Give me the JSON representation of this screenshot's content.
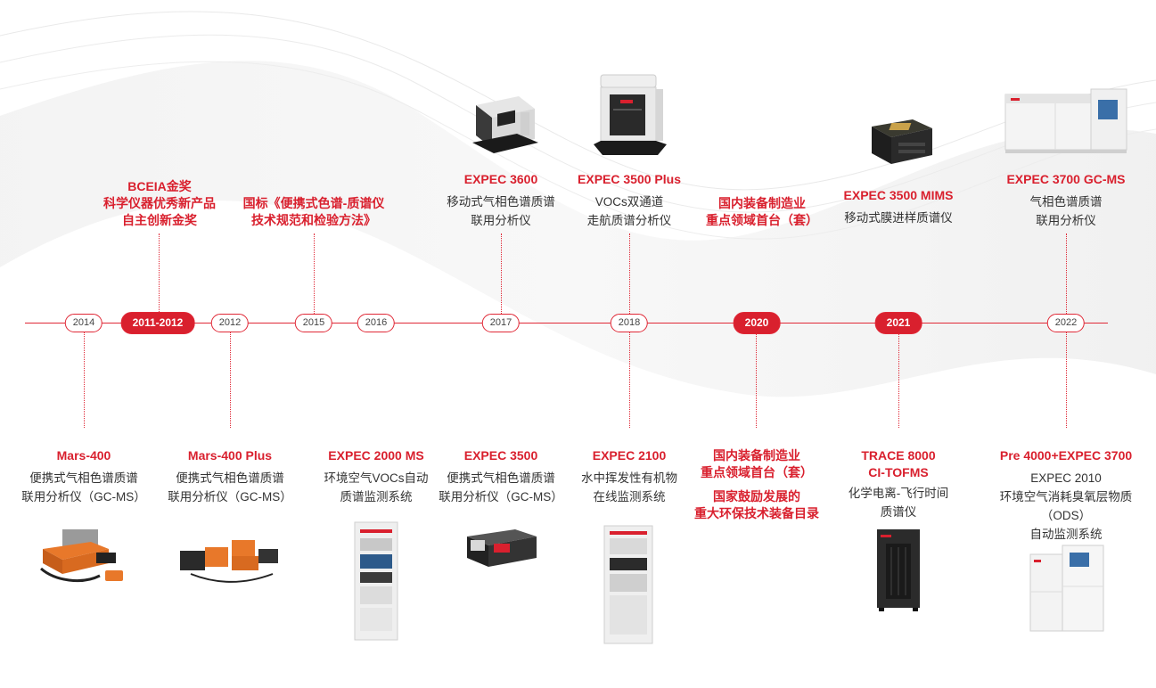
{
  "timeline": {
    "years": {
      "y2014": "2014",
      "y2011_2012": "2011-2012",
      "y2012": "2012",
      "y2015": "2015",
      "y2016": "2016",
      "y2017": "2017",
      "y2018": "2018",
      "y2020": "2020",
      "y2021": "2021",
      "y2022": "2022"
    },
    "above": {
      "bceia": {
        "l1": "BCEIA金奖",
        "l2": "科学仪器优秀新产品",
        "l3": "自主创新金奖"
      },
      "standard": {
        "l1": "国标《便携式色谱-质谱仪",
        "l2": "技术规范和检验方法》"
      },
      "expec3600": {
        "title": "EXPEC 3600",
        "d1": "移动式气相色谱质谱",
        "d2": "联用分析仪"
      },
      "expec3500plus": {
        "title": "EXPEC 3500 Plus",
        "d1": "VOCs双通道",
        "d2": "走航质谱分析仪"
      },
      "national2020": {
        "l1": "国内装备制造业",
        "l2": "重点领域首台（套）"
      },
      "mims": {
        "title": "EXPEC 3500 MIMS",
        "d1": "移动式膜进样质谱仪"
      },
      "expec3700": {
        "title": "EXPEC 3700 GC-MS",
        "d1": "气相色谱质谱",
        "d2": "联用分析仪"
      }
    },
    "below": {
      "mars400": {
        "title": "Mars-400",
        "d1": "便携式气相色谱质谱",
        "d2": "联用分析仪（GC-MS）"
      },
      "mars400plus": {
        "title": "Mars-400 Plus",
        "d1": "便携式气相色谱质谱",
        "d2": "联用分析仪（GC-MS）"
      },
      "expec2000": {
        "title": "EXPEC 2000 MS",
        "d1": "环境空气VOCs自动",
        "d2": "质谱监测系统"
      },
      "expec3500": {
        "title": "EXPEC 3500",
        "d1": "便携式气相色谱质谱",
        "d2": "联用分析仪（GC-MS）"
      },
      "expec2100": {
        "title": "EXPEC 2100",
        "d1": "水中挥发性有机物",
        "d2": "在线监测系统"
      },
      "national2020b": {
        "l1": "国内装备制造业",
        "l2": "重点领域首台（套）",
        "l3": "国家鼓励发展的",
        "l4": "重大环保技术装备目录"
      },
      "trace8000": {
        "title1": "TRACE 8000",
        "title2": "CI-TOFMS",
        "d1": "化学电离-飞行时间",
        "d2": "质谱仪"
      },
      "pre4000": {
        "title": "Pre 4000+EXPEC 3700",
        "d1": "EXPEC 2010",
        "d2": "环境空气消耗臭氧层物质",
        "d3": "（ODS）",
        "d4": "自动监测系统"
      }
    }
  },
  "colors": {
    "accent": "#d9202e",
    "text": "#333333"
  }
}
